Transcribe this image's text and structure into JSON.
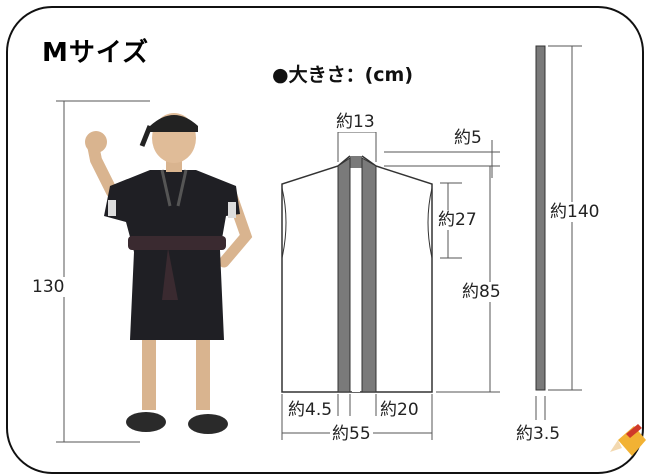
{
  "title": "Mサイズ",
  "heading": "●大きさ：(cm)",
  "dimensions": {
    "child_height": "130",
    "neck_width": "約13",
    "collar_drop": "約5",
    "armhole": "約27",
    "body_length": "約85",
    "front_band": "約4.5",
    "front_panel": "約20",
    "total_width": "約55",
    "sash_length": "約140",
    "sash_width": "約3.5"
  },
  "colors": {
    "band": "#7a7a7a",
    "garment_outline": "#333333",
    "dim_line": "#555555",
    "happi": "#1f1f24"
  }
}
